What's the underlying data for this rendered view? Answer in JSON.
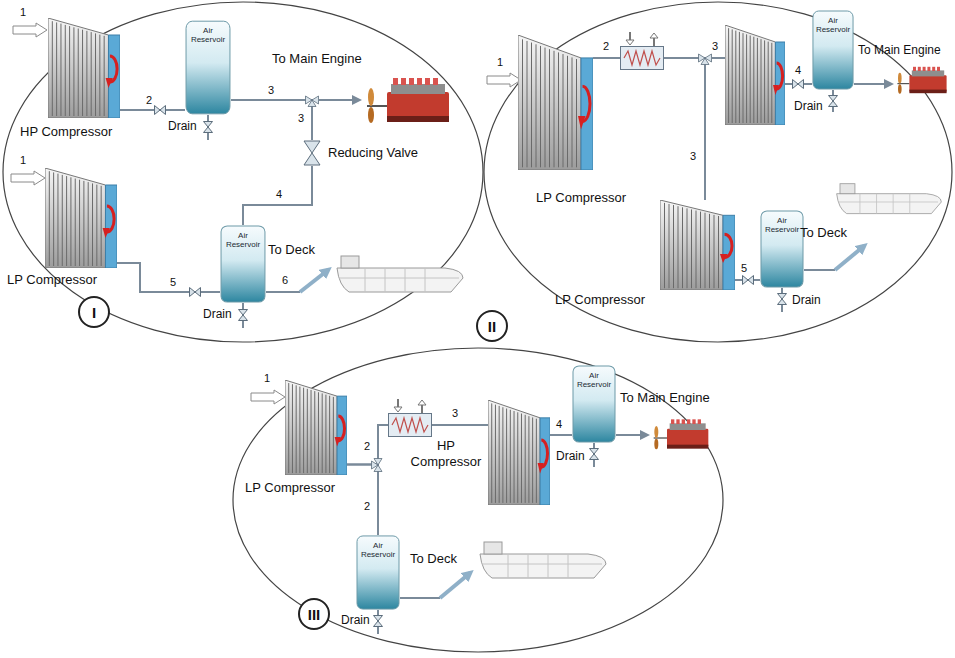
{
  "diagram": {
    "nodes": [
      {
        "text": [
          "I"
        ]
      },
      {
        "text": [
          "HP Compressor"
        ]
      },
      {
        "text": [
          "Air Reservoir"
        ]
      },
      {
        "text": [
          "Reducing Valve"
        ]
      },
      {
        "text": [
          "LP Compressor"
        ]
      },
      {
        "text": [
          "Air Reservoir"
        ]
      },
      {
        "text": [
          "II"
        ]
      },
      {
        "text": [
          "LP Compressor"
        ]
      },
      {
        "text": [
          "Air Reservoir"
        ]
      },
      {
        "text": [
          "LP Compressor"
        ]
      },
      {
        "text": [
          "Air Reservoir"
        ]
      },
      {
        "text": [
          "III"
        ]
      },
      {
        "text": [
          "LP Compressor"
        ]
      },
      {
        "text": [
          "HP Compressor"
        ]
      },
      {
        "text": [
          "Air Reservoir"
        ]
      },
      {
        "text": [
          "Air Reservoir"
        ]
      }
    ],
    "edges": [
      {
        "from": 1,
        "to": 2,
        "arrow": "none"
      },
      {
        "from": 2,
        "to": 3,
        "arrow": "none"
      },
      {
        "from": 5,
        "to": 3,
        "arrow": "none"
      },
      {
        "from": 4,
        "to": 5,
        "arrow": "none"
      },
      {
        "from": 7,
        "to": 9,
        "arrow": "none"
      },
      {
        "from": 9,
        "to": 10,
        "arrow": "none"
      },
      {
        "from": 12,
        "to": 13,
        "arrow": "none"
      },
      {
        "from": 12,
        "to": 15,
        "arrow": "none"
      },
      {
        "from": 13,
        "to": 14,
        "arrow": "none"
      }
    ],
    "labels": [
      "1",
      "2",
      "3",
      "3",
      "4",
      "1",
      "5",
      "6",
      "Drain",
      "To Main Engine",
      "Drain",
      "To Deck",
      "1",
      "2",
      "3",
      "3",
      "4",
      "5",
      "Drain",
      "To Main Engine",
      "Drain",
      "To Deck",
      "1",
      "2",
      "2",
      "3",
      "4",
      "Drain",
      "To Main Engine",
      "Drain",
      "To Deck"
    ]
  }
}
